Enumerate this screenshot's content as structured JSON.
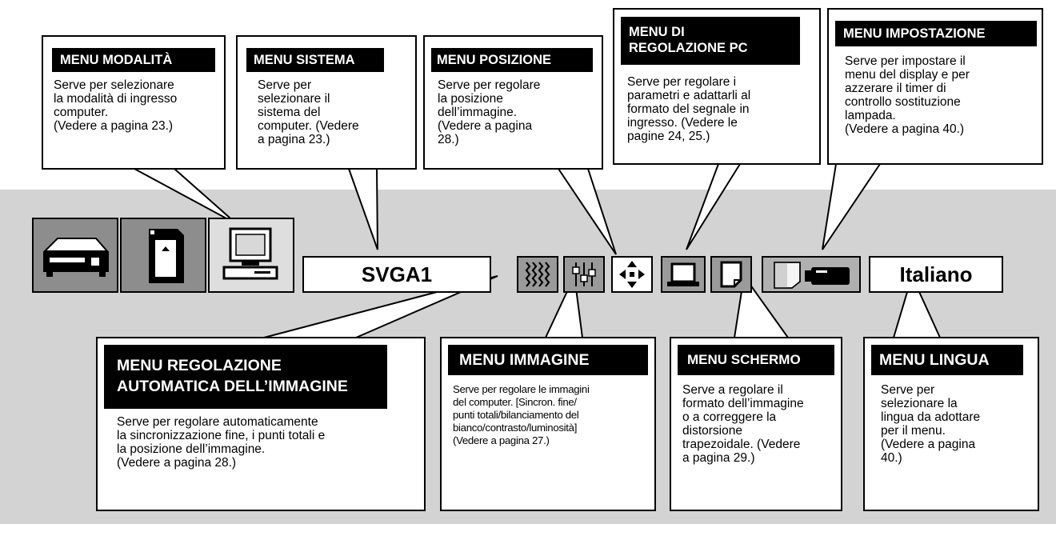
{
  "callouts": {
    "modalita": {
      "title": "MENU MODALITÀ",
      "desc": "Serve per selezionare\nla modalità di ingresso\ncomputer.\n(Vedere a pagina 23.)"
    },
    "sistema": {
      "title": "MENU SISTEMA",
      "desc": "Serve per\nselezionare il\nsistema del\ncomputer. (Vedere\na pagina 23.)"
    },
    "posizione": {
      "title": "MENU POSIZIONE",
      "desc": "Serve per regolare\nla posizione\ndell’immagine.\n(Vedere a pagina\n28.)"
    },
    "regolazione_pc": {
      "title_line1": "MENU DI",
      "title_line2": "REGOLAZIONE PC",
      "desc": "Serve per regolare i\nparametri e adattarli al\nformato del segnale in\ningresso. (Vedere le\npagine 24, 25.)"
    },
    "impostazione": {
      "title": "MENU IMPOSTAZIONE",
      "desc": "Serve per impostare il\nmenu del display e per\nazzerare il timer di\ncontrollo sostituzione\nlampada.\n(Vedere a pagina 40.)"
    },
    "regolazione_auto": {
      "title_line1": "MENU REGOLAZIONE",
      "title_line2": "AUTOMATICA DELL’IMMAGINE",
      "desc": "Serve per regolare automaticamente\nla sincronizzazione fine, i punti totali e\nla posizione dell’immagine.\n(Vedere a pagina 28.)"
    },
    "immagine": {
      "title": "MENU IMMAGINE",
      "desc": "Serve per regolare le immagini\ndel computer. [Sincron. fine/\npunti totali/bilanciamento del\nbianco/contrasto/luminosità]\n(Vedere a pagina 27.)"
    },
    "schermo": {
      "title": "MENU SCHERMO",
      "desc": "Serve a regolare il\nformato dell’immagine\no a correggere la\ndistorsione\ntrapezoidale. (Vedere\na pagina 29.)"
    },
    "lingua": {
      "title": "MENU LINGUA",
      "desc": "Serve per\nselezionare la\nlingua da adottare\nper il menu.\n(Vedere a pagina\n40.)"
    }
  },
  "menu_bar": {
    "system_value": "SVGA1",
    "language_value": "Italiano",
    "icons": [
      "video-deck-icon",
      "card-slot-icon",
      "computer-icon",
      "auto-adjust-icon",
      "image-sliders-icon",
      "position-arrows-icon",
      "pc-monitor-icon",
      "screen-icon",
      "setting-projector-icon"
    ]
  }
}
